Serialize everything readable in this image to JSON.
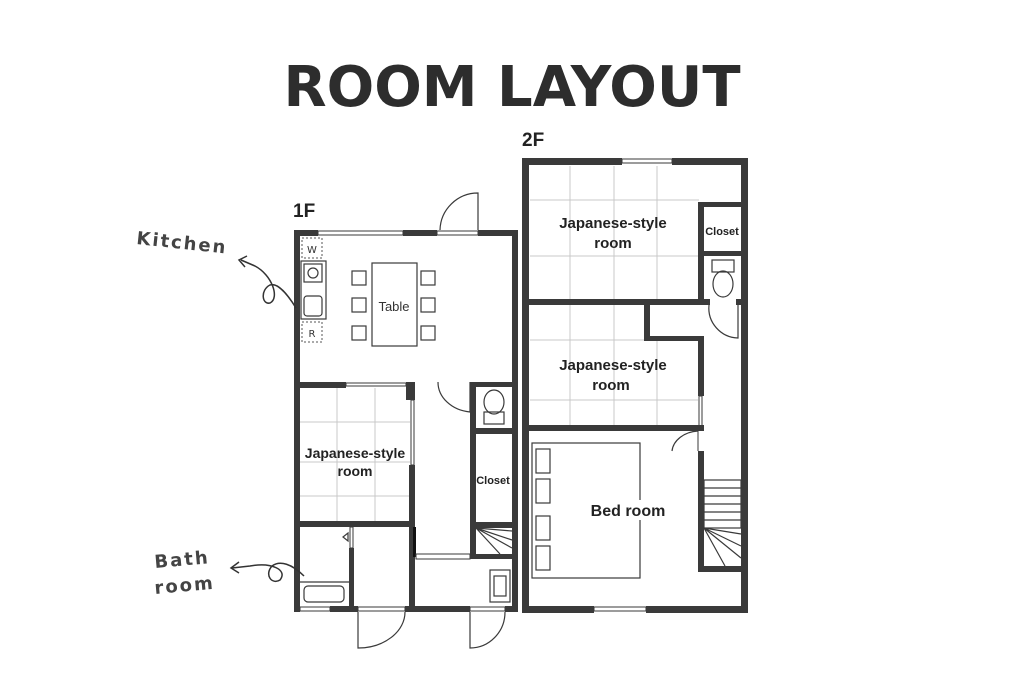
{
  "title": "ROOM LAYOUT",
  "floors": {
    "first": {
      "label": "1F",
      "rooms": {
        "japanese_room": [
          "Japanese-style",
          "room"
        ],
        "closet": "Closet",
        "table": "Table"
      },
      "appliances": {
        "washer": "W",
        "fridge": "R"
      }
    },
    "second": {
      "label": "2F",
      "rooms": {
        "japanese_room_1": [
          "Japanese-style",
          "room"
        ],
        "japanese_room_2": [
          "Japanese-style",
          "room"
        ],
        "closet": "Closet",
        "bedroom": "Bed room"
      }
    }
  },
  "annotations": {
    "kitchen": "Kitchen",
    "bathroom": [
      "Bath",
      "room"
    ]
  },
  "colors": {
    "wall": "#3a3a3a",
    "grid": "#c9c9c9"
  }
}
